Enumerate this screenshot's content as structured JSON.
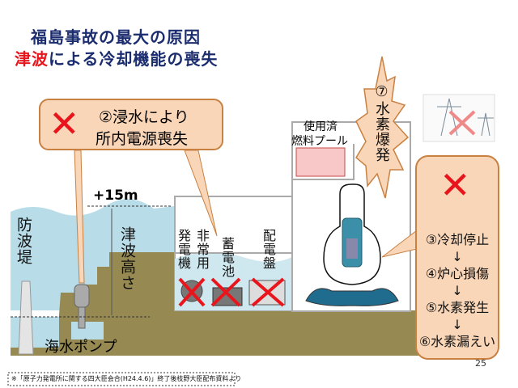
{
  "title": {
    "line1": "福島事故の最大の原因",
    "line2_red": "津波",
    "line2_rest": "による冷却機能の喪失"
  },
  "callout_flood": {
    "line1": "②浸水により",
    "line2": "所内電源喪失"
  },
  "tsunami_height": {
    "value": "+15m",
    "label": "津波高さ"
  },
  "breakwater": "防波堤",
  "seawater_pump": "海水ポンプ",
  "equipment": {
    "generator": "発電機",
    "emergency": "非常用",
    "battery": "蓄電池",
    "switchboard": "配電盤"
  },
  "fuel_pool": {
    "line1": "使用済",
    "line2": "燃料プール"
  },
  "explosion": "⑦水素爆発",
  "steps": [
    "③冷却停止",
    "↓",
    "④炉心損傷",
    "↓",
    "⑤水素発生",
    "↓",
    "⑥水素漏えい"
  ],
  "footnote": "※「原子力発電所に関する四大臣会合(H24.4.6)」終了後枝野大臣配布資料より",
  "page_number": "25",
  "colors": {
    "title": "#1b2d6e",
    "accent_red": "#e8161c",
    "callout_fill": "#f9d6b8",
    "ground": "#968a52",
    "water": "#b8dce8"
  }
}
